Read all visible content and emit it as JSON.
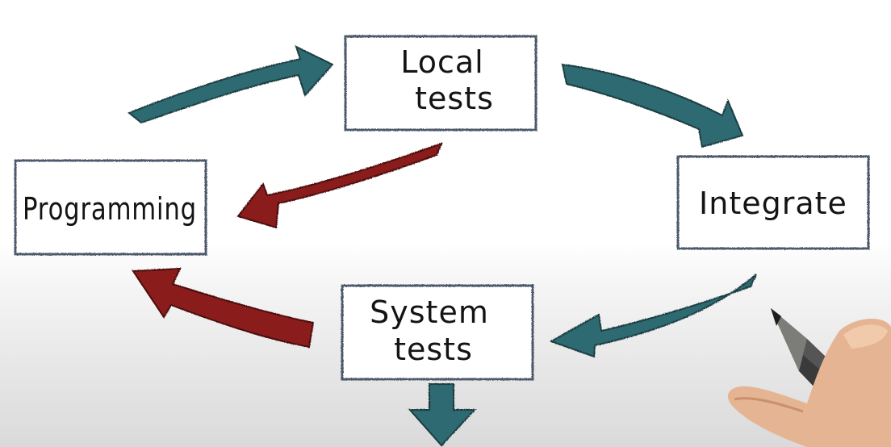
{
  "diagram": {
    "nodes": {
      "local_tests": {
        "line1": "Local",
        "line2": "tests"
      },
      "integrate": {
        "label": "Integrate"
      },
      "programming": {
        "label": "Programming"
      },
      "system_tests": {
        "line1": "System",
        "line2": "tests"
      }
    },
    "arrows": {
      "forward_color": "#2f6b72",
      "backward_color": "#8b1c1c"
    },
    "scene": {
      "hand_with_pen": true
    }
  }
}
